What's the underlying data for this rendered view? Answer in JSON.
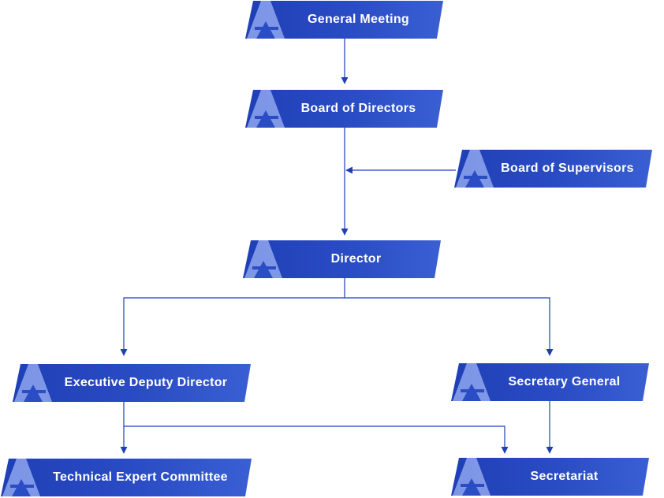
{
  "nodes": {
    "general_meeting": "General Meeting",
    "board_of_directors": "Board of Directors",
    "board_of_supervisors": "Board of Supervisors",
    "director": "Director",
    "executive_deputy_director": "Executive Deputy Director",
    "secretary_general": "Secretary General",
    "technical_expert_committee": "Technical Expert Committee",
    "secretariat": "Secretariat"
  },
  "colors": {
    "node_fill": "#2a4cc4",
    "connector": "#1f3fb6",
    "logo": "#8fa6ee"
  },
  "icon": "stylized-a-logo-icon"
}
